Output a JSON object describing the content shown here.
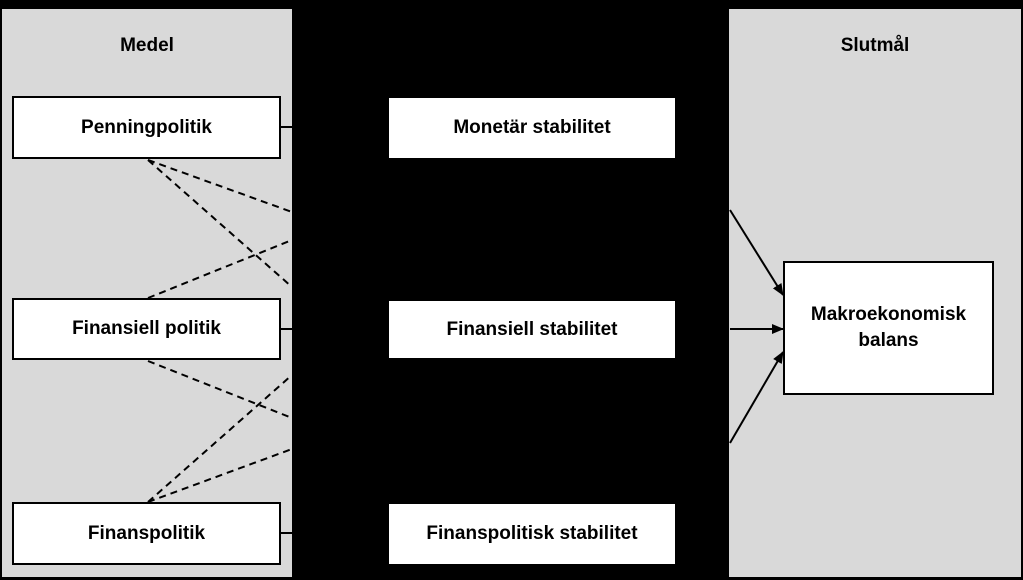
{
  "left_panel": {
    "title": "Medel"
  },
  "right_panel": {
    "title": "Slutmål"
  },
  "means": [
    {
      "label": "Penningpolitik"
    },
    {
      "label": "Finansiell politik"
    },
    {
      "label": "Finanspolitik"
    }
  ],
  "intermediate": [
    {
      "label": "Monetär stabilitet"
    },
    {
      "label": "Finansiell stabilitet"
    },
    {
      "label": "Finanspolitisk stabilitet"
    }
  ],
  "goal": {
    "label": "Makroekonomisk balans"
  }
}
